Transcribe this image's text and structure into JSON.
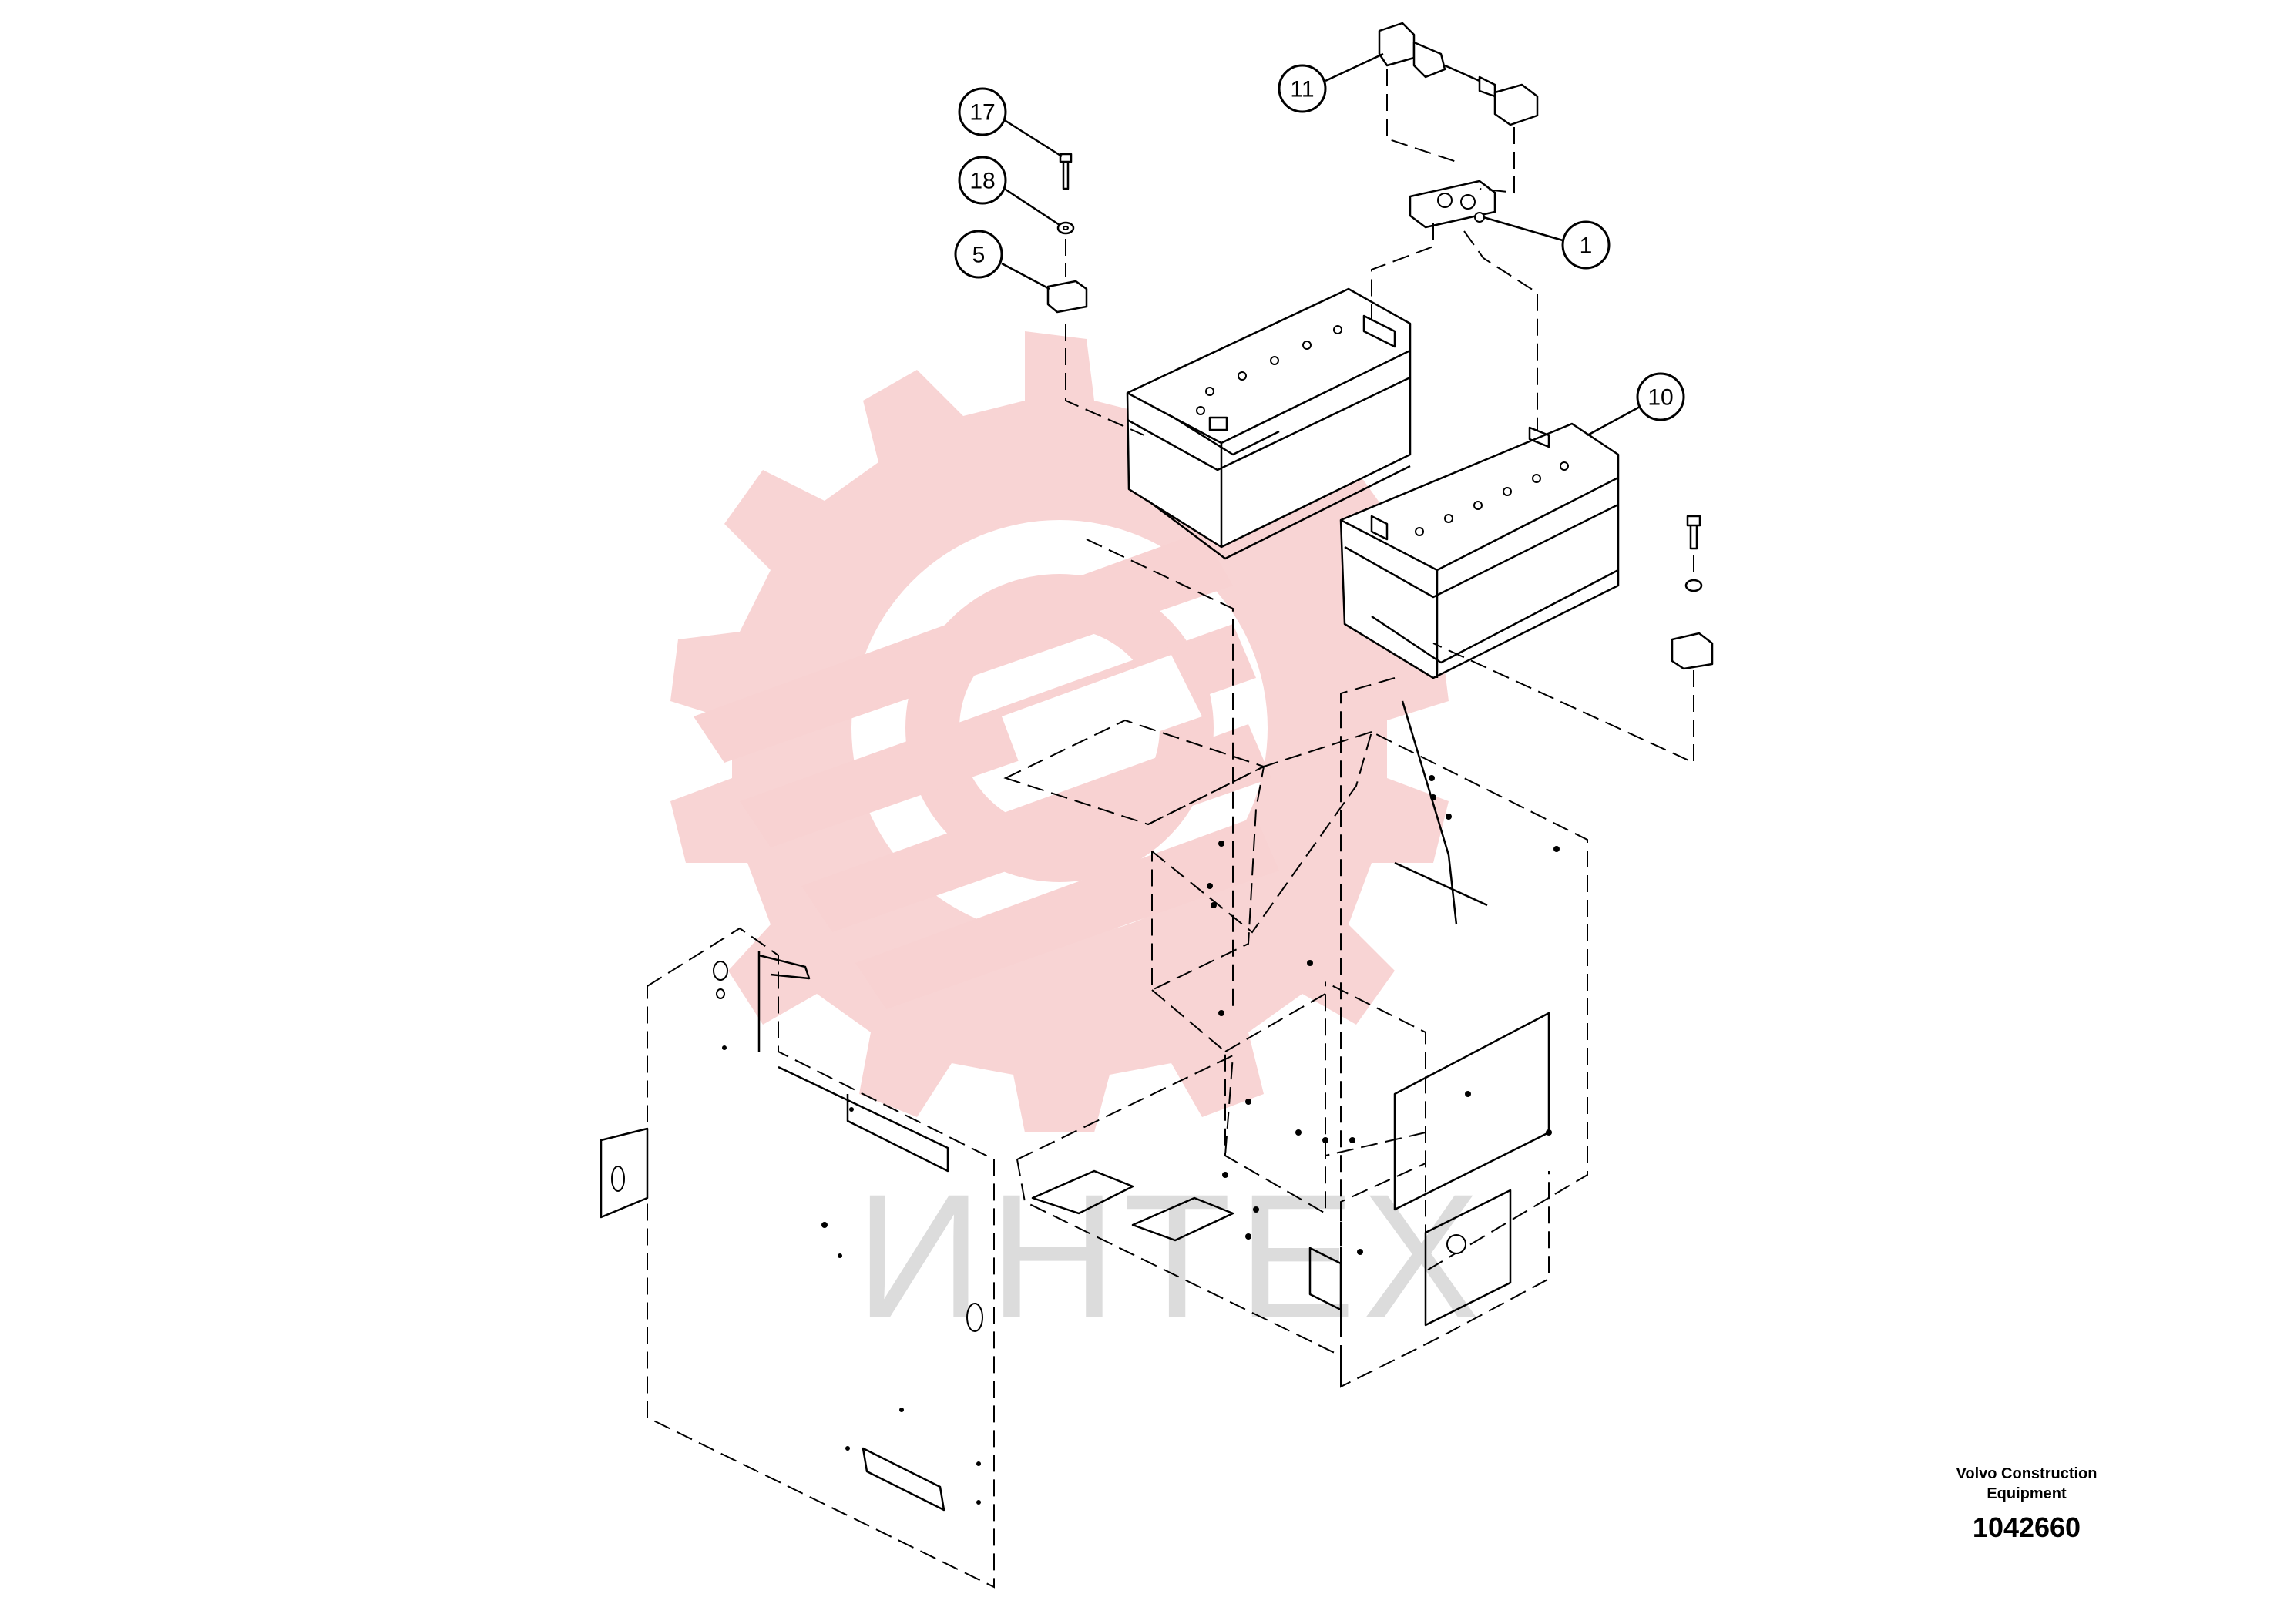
{
  "callouts": {
    "c17": "17",
    "c18": "18",
    "c5": "5",
    "c11": "11",
    "c1": "1",
    "c10": "10"
  },
  "watermark": {
    "text": "ИНТЕХ",
    "gear_color": "#f8d2d2",
    "text_color": "#dcdcdc"
  },
  "brand": {
    "name": "Volvo Construction\nEquipment",
    "drawing_number": "1042660"
  },
  "icons": {
    "watermark_logo": "gear-wrench-logo-icon"
  }
}
